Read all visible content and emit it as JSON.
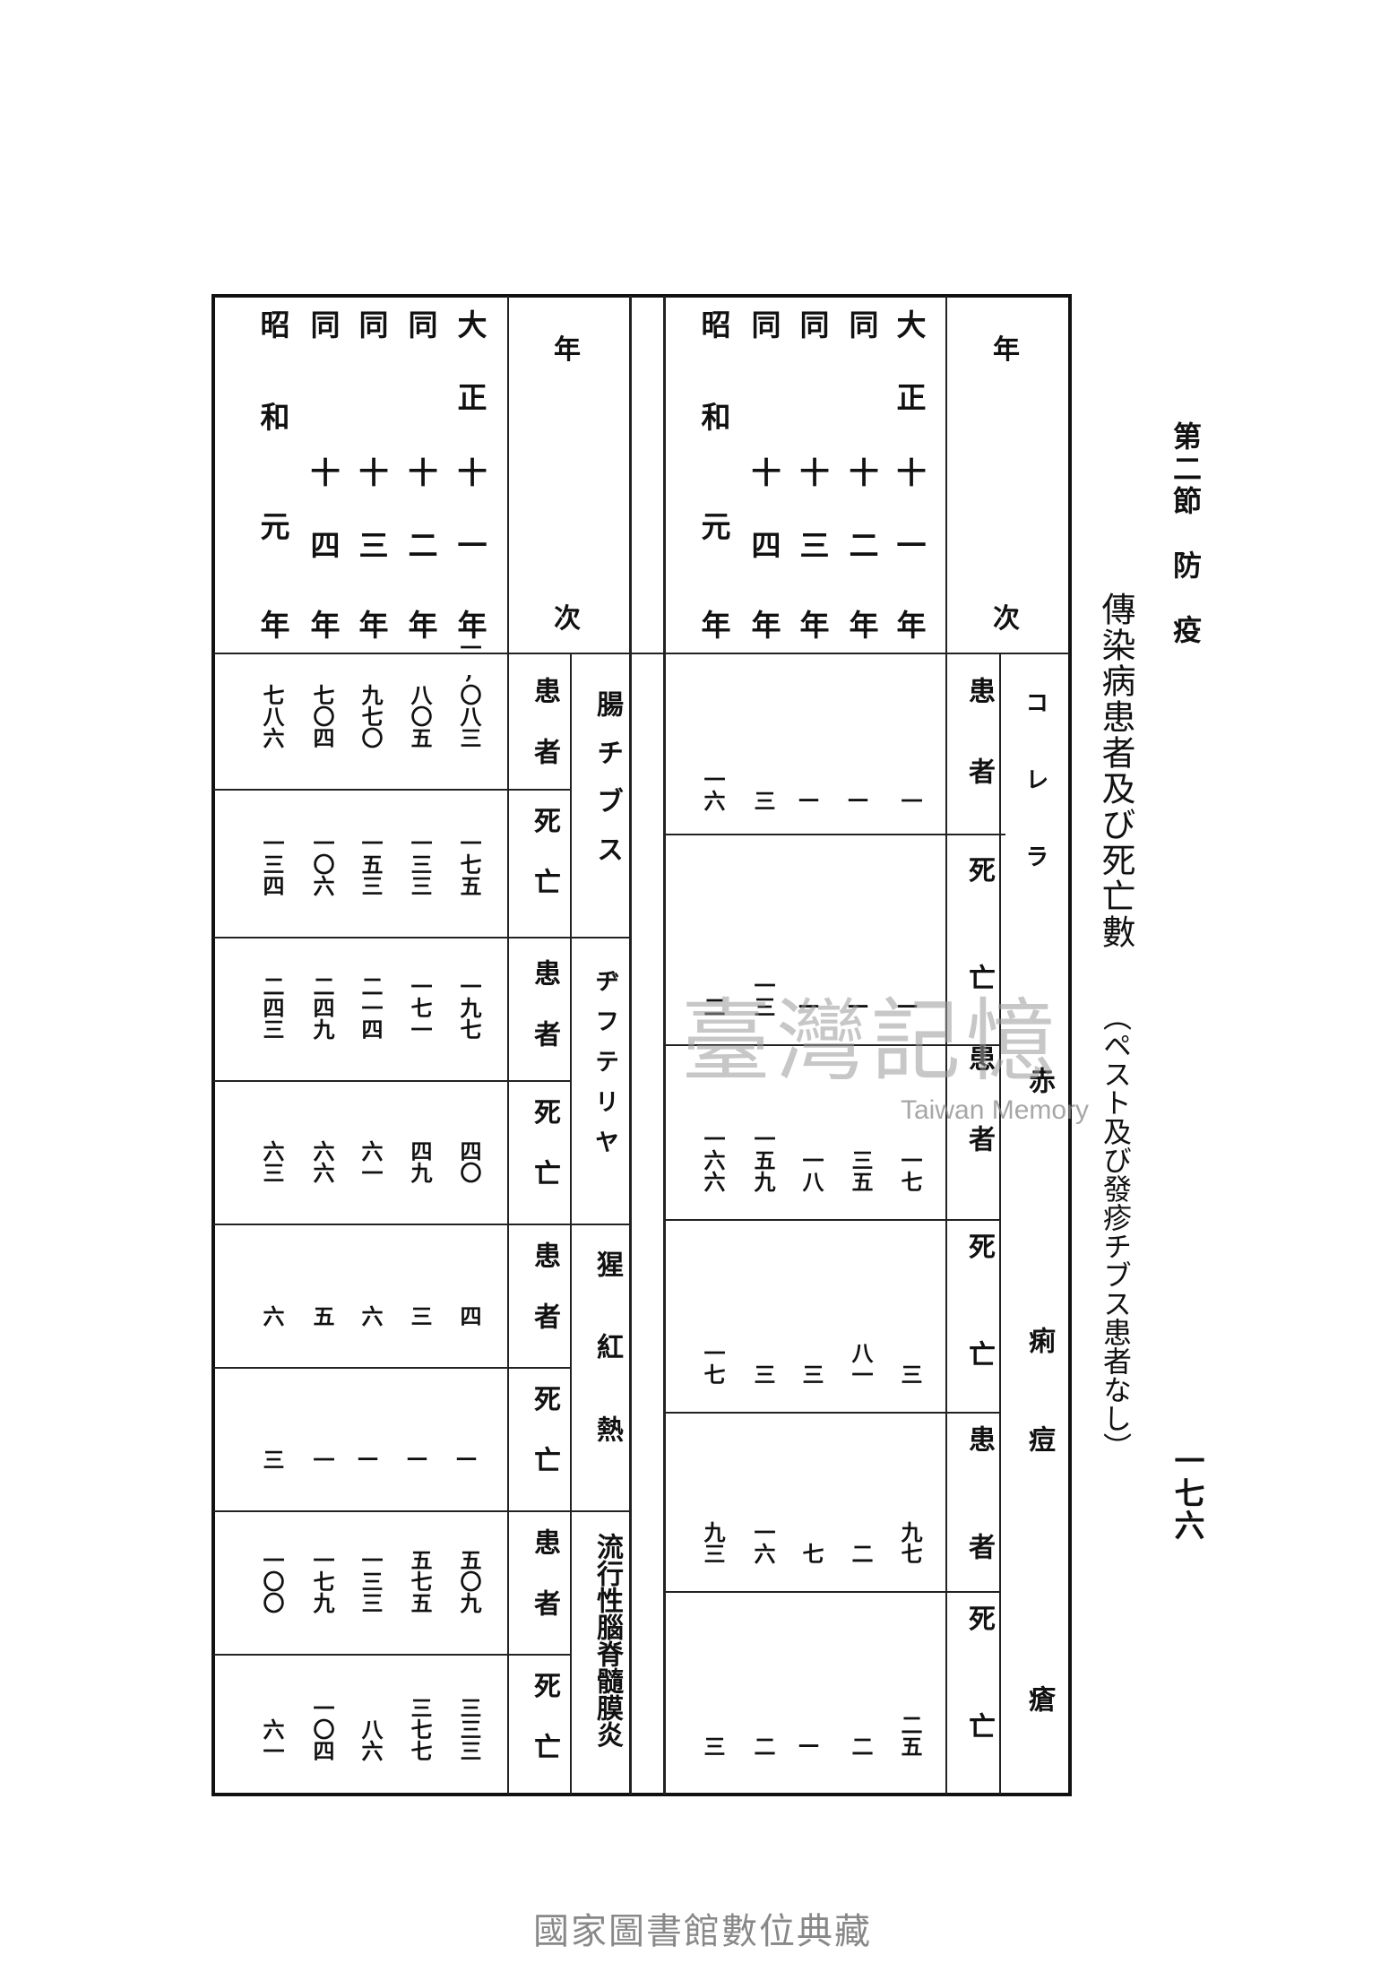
{
  "page": {
    "section_heading": "第二節　防　疫",
    "table_title": "傳染病患者及び死亡數",
    "table_note": "（ペスト及び發疹チブス患者なし）",
    "page_number": "一七六",
    "watermark": "臺灣記憶",
    "watermark_sub": "Taiwan Memory",
    "footer": "國家圖書館數位典藏"
  },
  "year_header": {
    "top": "年",
    "bottom": "次"
  },
  "years": [
    {
      "era": "大正",
      "num": "十一",
      "suffix": "年"
    },
    {
      "era": "同",
      "num": "十二",
      "suffix": "年"
    },
    {
      "era": "同",
      "num": "十三",
      "suffix": "年"
    },
    {
      "era": "同",
      "num": "十四",
      "suffix": "年"
    },
    {
      "era": "昭和",
      "num": "元",
      "suffix": "年"
    }
  ],
  "sub_headers": {
    "patients": "患者",
    "deaths": "死亡"
  },
  "right_block": {
    "diseases": [
      {
        "name": "コレラ",
        "patients": [
          "一",
          "—",
          "—",
          "三",
          "一六"
        ],
        "deaths": [
          "—",
          "—",
          "—",
          "一三",
          "二"
        ]
      },
      {
        "name": "赤痢",
        "patients": [
          "一七",
          "三五",
          "一八",
          "一五九",
          "一六六"
        ],
        "deaths": [
          "三",
          "八一",
          "三",
          "三",
          "一七"
        ]
      },
      {
        "name": "痘瘡",
        "patients": [
          "九七",
          "二",
          "七",
          "一六",
          "九三"
        ],
        "deaths": [
          "二五",
          "二",
          "—",
          "二",
          "三"
        ]
      }
    ]
  },
  "left_block": {
    "diseases": [
      {
        "name": "腸チブス",
        "patients": [
          "一,〇八三",
          "八〇五",
          "九七〇",
          "七〇四",
          "七八六"
        ],
        "deaths": [
          "一七五",
          "一三三",
          "一五三",
          "一〇六",
          "一三四"
        ]
      },
      {
        "name": "ヂフテリヤ",
        "patients": [
          "一九七",
          "一七一",
          "二一四",
          "二四九",
          "二四三"
        ],
        "deaths": [
          "四〇",
          "四九",
          "六一",
          "六六",
          "六三"
        ]
      },
      {
        "name": "猩紅熱",
        "patients": [
          "四",
          "三",
          "六",
          "五",
          "六"
        ],
        "deaths": [
          "—",
          "—",
          "—",
          "一",
          "三"
        ]
      },
      {
        "name": "流行性腦脊髓膜炎",
        "patients": [
          "五〇九",
          "五七五",
          "一三三",
          "一七九",
          "一〇〇"
        ],
        "deaths": [
          "三三三",
          "三七七",
          "八六",
          "一〇四",
          "六一"
        ]
      }
    ]
  }
}
